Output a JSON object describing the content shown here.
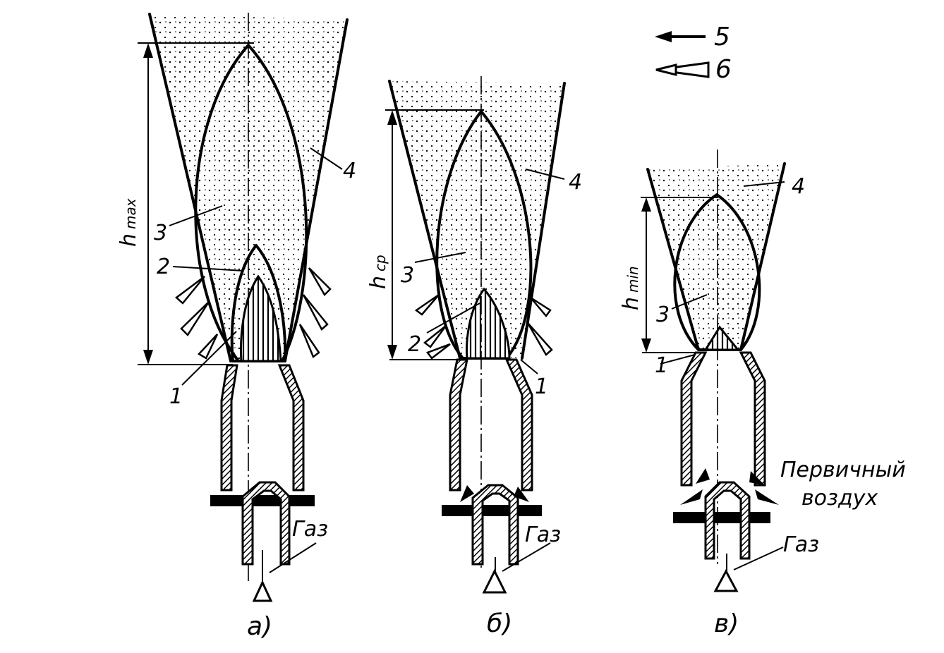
{
  "legend": {
    "arrow_label": "5",
    "hollow_arrow_label": "6"
  },
  "burners": [
    {
      "id": "a",
      "caption": "а)",
      "height_label": {
        "main": "h",
        "sub": "max"
      },
      "gas_label": "Газ",
      "zones": [
        "1",
        "2",
        "3",
        "4"
      ]
    },
    {
      "id": "b",
      "caption": "б)",
      "height_label": {
        "main": "h",
        "sub": "ср"
      },
      "gas_label": "Газ",
      "zones": [
        "1",
        "2",
        "3",
        "4"
      ]
    },
    {
      "id": "c",
      "caption": "в)",
      "height_label": {
        "main": "h",
        "sub": "min"
      },
      "gas_label": "Газ",
      "zones": [
        "1",
        "3",
        "4"
      ],
      "primary_air_label": [
        "Первичный",
        "воздух"
      ]
    }
  ]
}
